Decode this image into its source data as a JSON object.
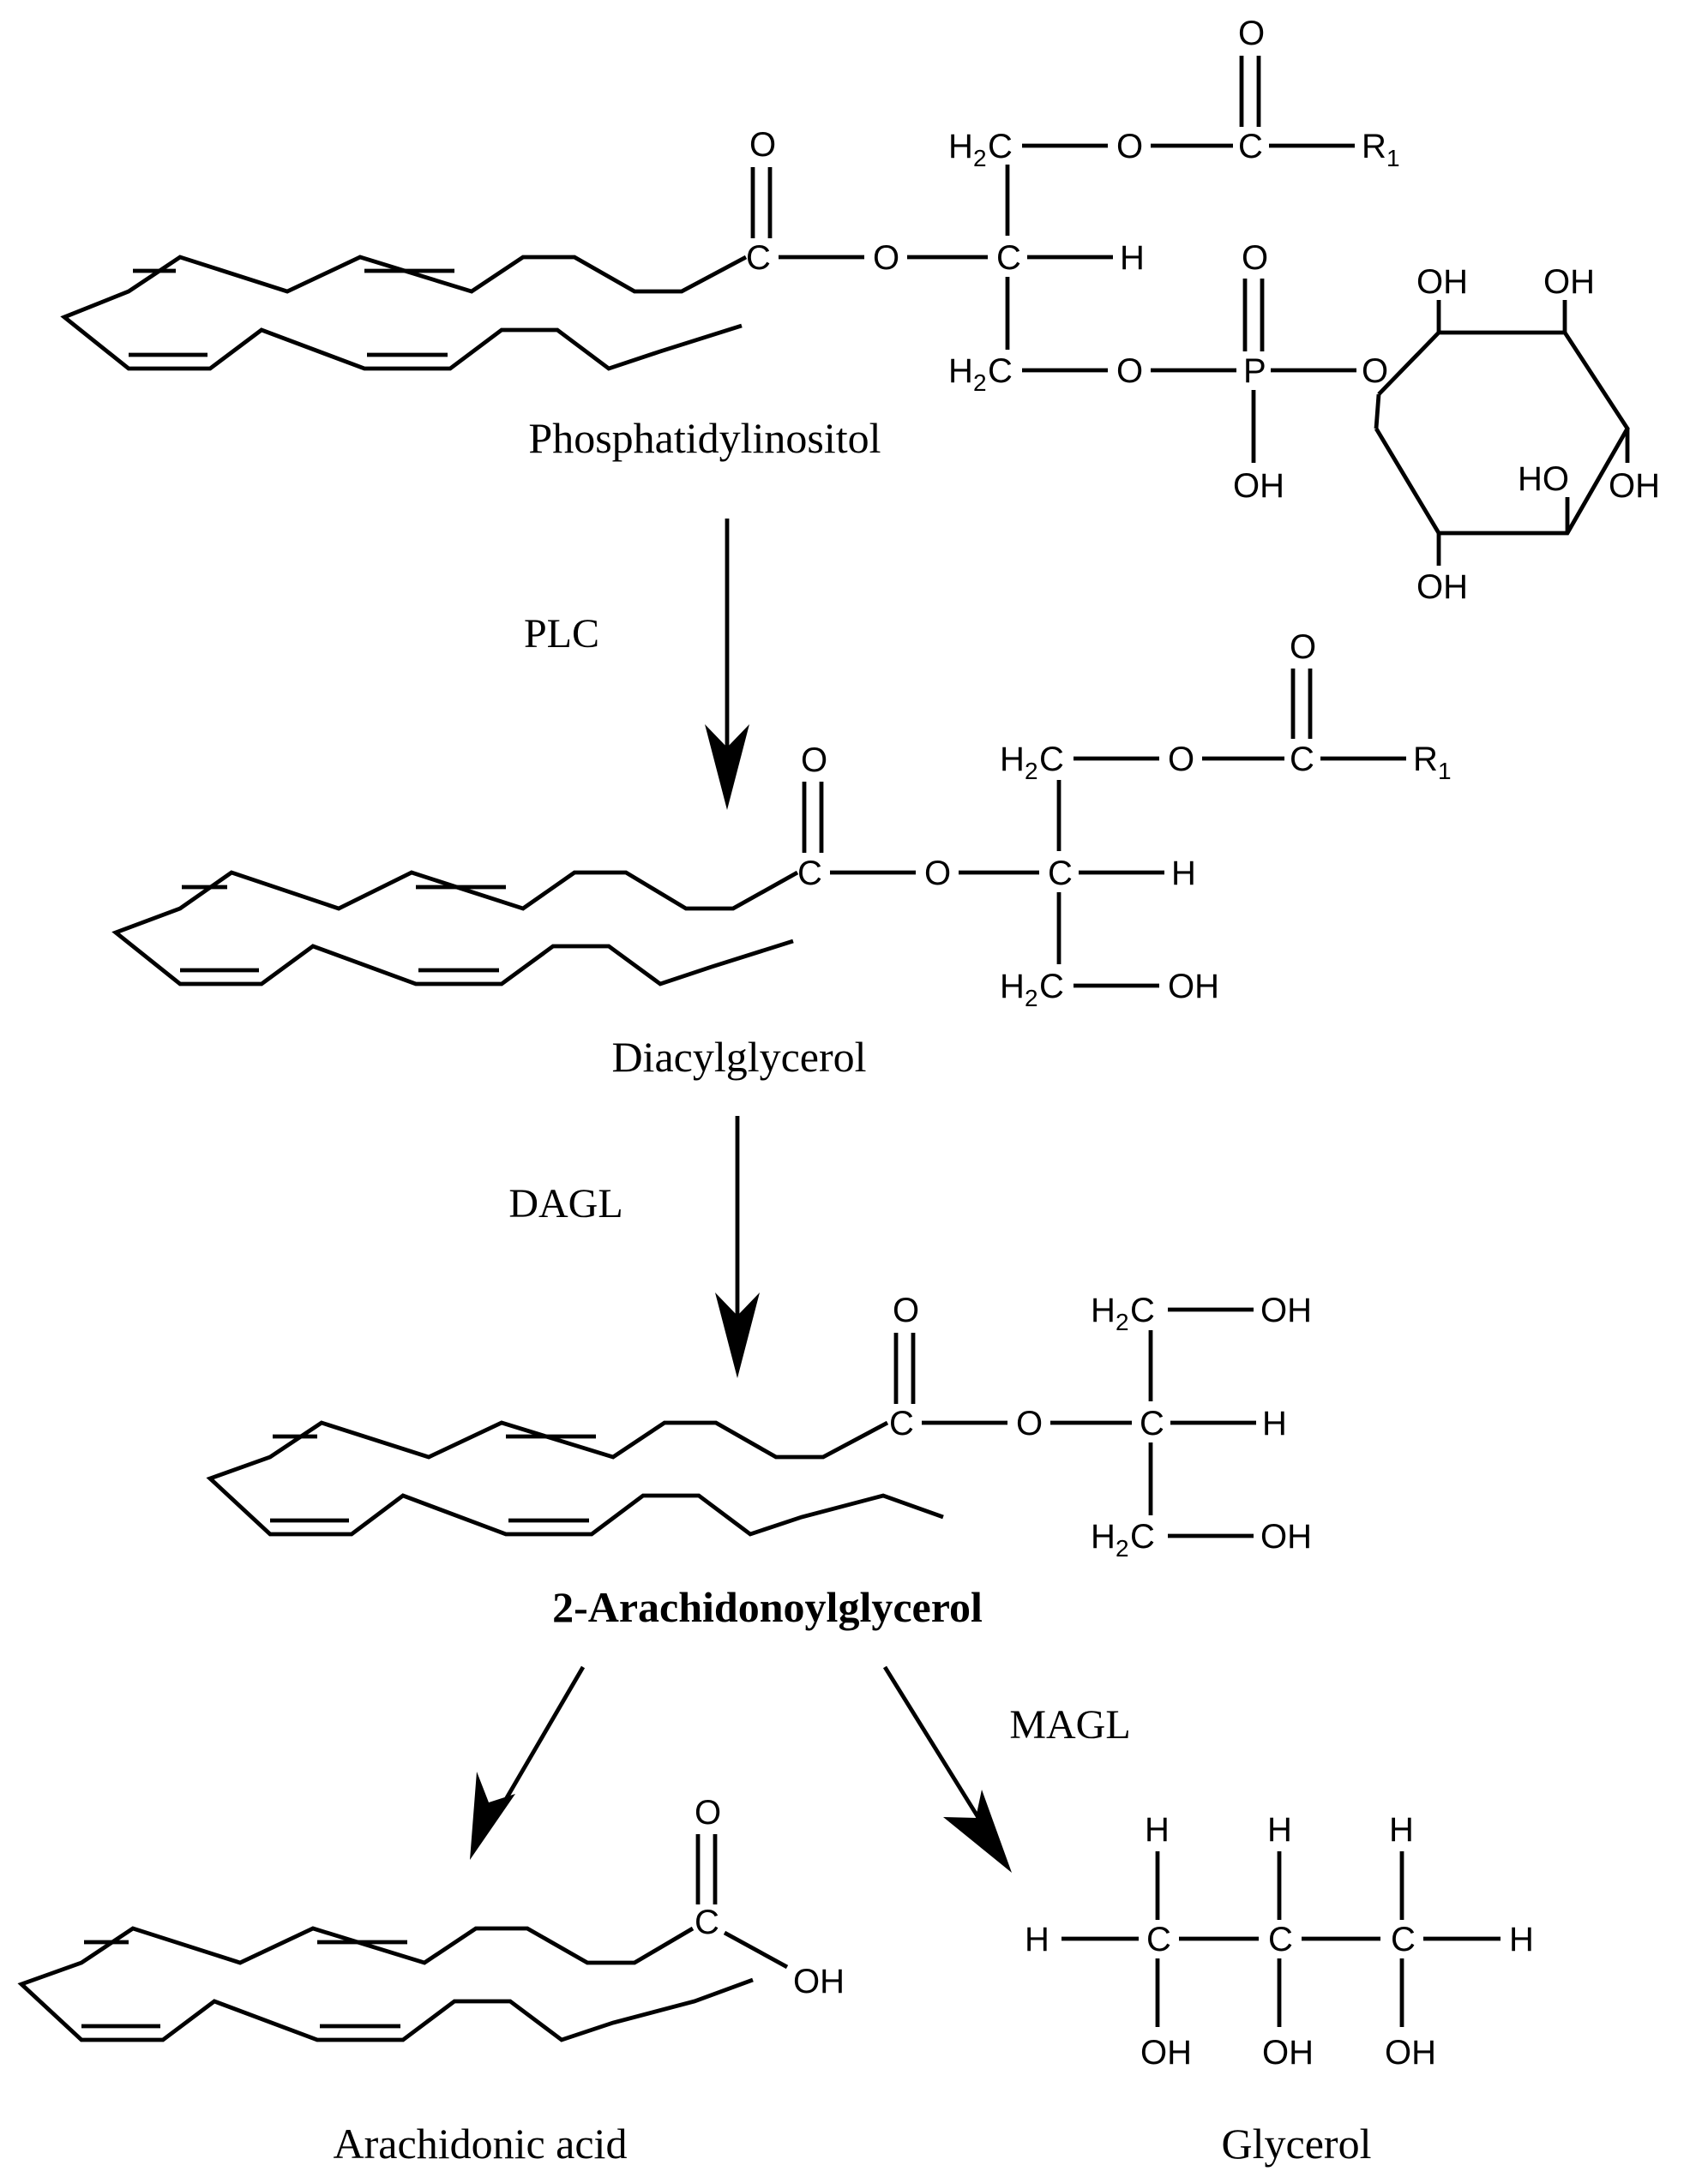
{
  "atoms": {
    "O": "O",
    "C": "C",
    "H": "H",
    "P": "P",
    "OH": "OH",
    "HO": "HO",
    "R": "R",
    "sub1": "1",
    "sub2": "2"
  },
  "compounds": {
    "phosphatidylinositol": "Phosphatidylinositol",
    "diacylglycerol": "Diacylglycerol",
    "two_ag": "2-Arachidonoylglycerol",
    "arachidonic_acid": "Arachidonic acid",
    "glycerol": "Glycerol"
  },
  "enzymes": {
    "plc": "PLC",
    "dagl": "DAGL",
    "magl": "MAGL"
  }
}
